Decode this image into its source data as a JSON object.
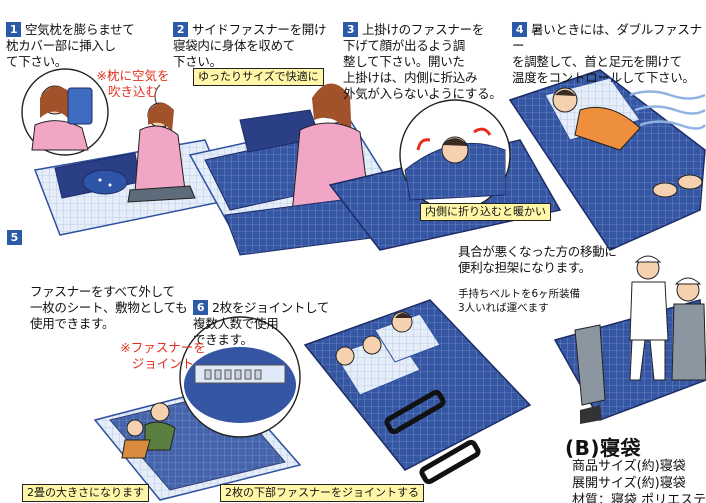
{
  "steps": [
    {
      "num": "1",
      "text": "空気枕を膨らませて\n枕カバー部に挿入し\nて下さい。"
    },
    {
      "num": "2",
      "text": "サイドファスナーを開け\n寝袋内に身体を収めて\n下さい。"
    },
    {
      "num": "3",
      "text": "上掛けのファスナーを\n下げて顔が出るよう調\n整して下さい。開いた\n上掛けは、内側に折込み\n外気が入らないようにする。"
    },
    {
      "num": "4",
      "text": "暑いときには、ダブルファスナー\nを調整して、首と足元を開けて\n温度をコントロールして下さい。"
    },
    {
      "num": "5",
      "text": "ファスナーをすべて外して\n一枚のシート、敷物としても\n使用できます。"
    },
    {
      "num": "6",
      "text": "2枚をジョイントして\n複数人数で使用\nできます。"
    }
  ],
  "annotations": {
    "pillow_note": "※枕に空気を\n吹き込む",
    "comfort_tag": "ゆったりサイズで快適に",
    "fold_tag": "内側に折り込むと暖かい",
    "zipper_note": "※ファスナーを\nジョイント",
    "tatami_tag": "2畳の大きさになります",
    "joint_tag": "2枚の下部ファスナーをジョイントする"
  },
  "stretcher": {
    "text": "具合が悪くなった方の移動に\n便利な担架になります。",
    "note": "手持ちベルトを6ヶ所装備\n3人いれば運べます"
  },
  "product": {
    "heading": "(B)寝袋",
    "line1": "商品サイズ(約)寝袋",
    "line2": "展開サイズ(約)寝袋",
    "line3": "材質：寝袋 ポリエステ"
  },
  "colors": {
    "step_badge": "#2b5aa6",
    "tag_fill": "#fff6a8",
    "note_red": "#e3301f",
    "bag_blue": "#2f4f9f",
    "bag_light": "#dfe9f7"
  }
}
